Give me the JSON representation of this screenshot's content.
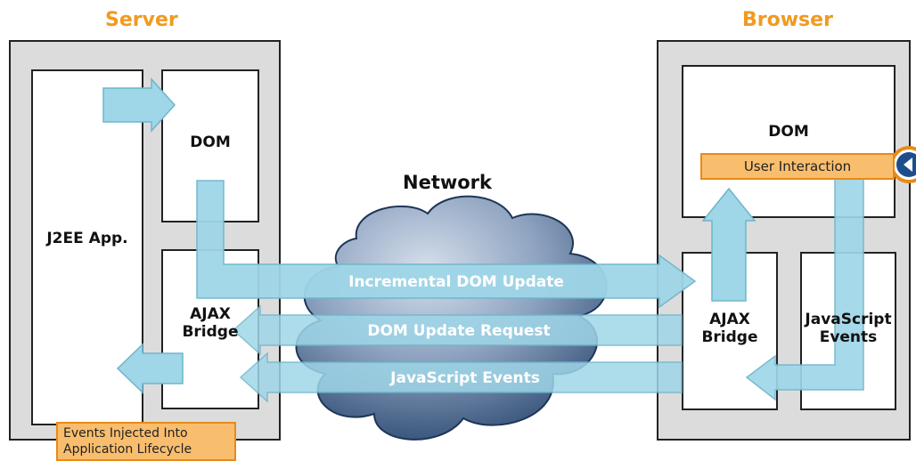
{
  "headings": {
    "server": "Server",
    "browser": "Browser",
    "network": "Network"
  },
  "server": {
    "app_label": "J2EE App.",
    "dom_label": "DOM",
    "bridge_label_line1": "AJAX",
    "bridge_label_line2": "Bridge",
    "lifecycle_line1": "Events Injected Into",
    "lifecycle_line2": "Application Lifecycle"
  },
  "browser": {
    "dom_label": "DOM",
    "user_interaction": "User Interaction",
    "bridge_label_line1": "AJAX",
    "bridge_label_line2": "Bridge",
    "events_line1": "JavaScript",
    "events_line2": "Events"
  },
  "flows": {
    "incremental_update": "Incremental DOM Update",
    "update_request": "DOM Update Request",
    "javascript_events": "JavaScript Events"
  },
  "colors": {
    "heading": "#f29a1f",
    "arrow": "#9fd6e8",
    "arrow_stroke": "#6fb5cc",
    "cloud_dark": "#2b4a74",
    "cloud_light": "#c7d3e3",
    "orange_fill": "#f9bd6e",
    "orange_border": "#e88a18"
  }
}
